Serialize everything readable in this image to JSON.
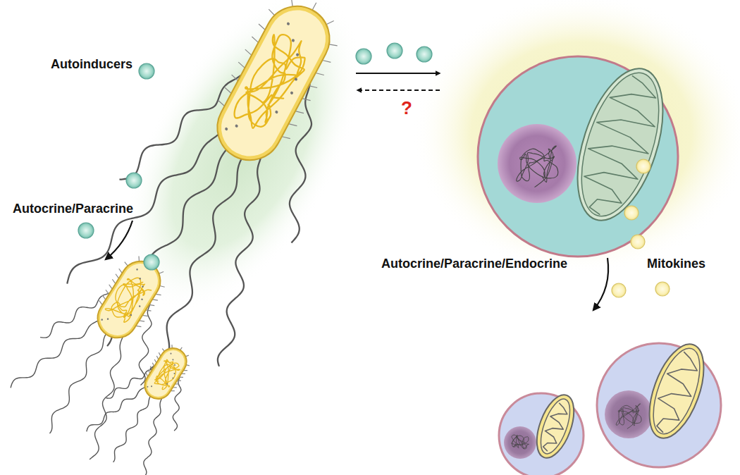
{
  "diagram": {
    "labels": [
      "Autoinducers",
      "Autocrine/Paracrine",
      "?",
      "Autocrine/Paracrine/Endocrine",
      "Mitokines"
    ]
  }
}
